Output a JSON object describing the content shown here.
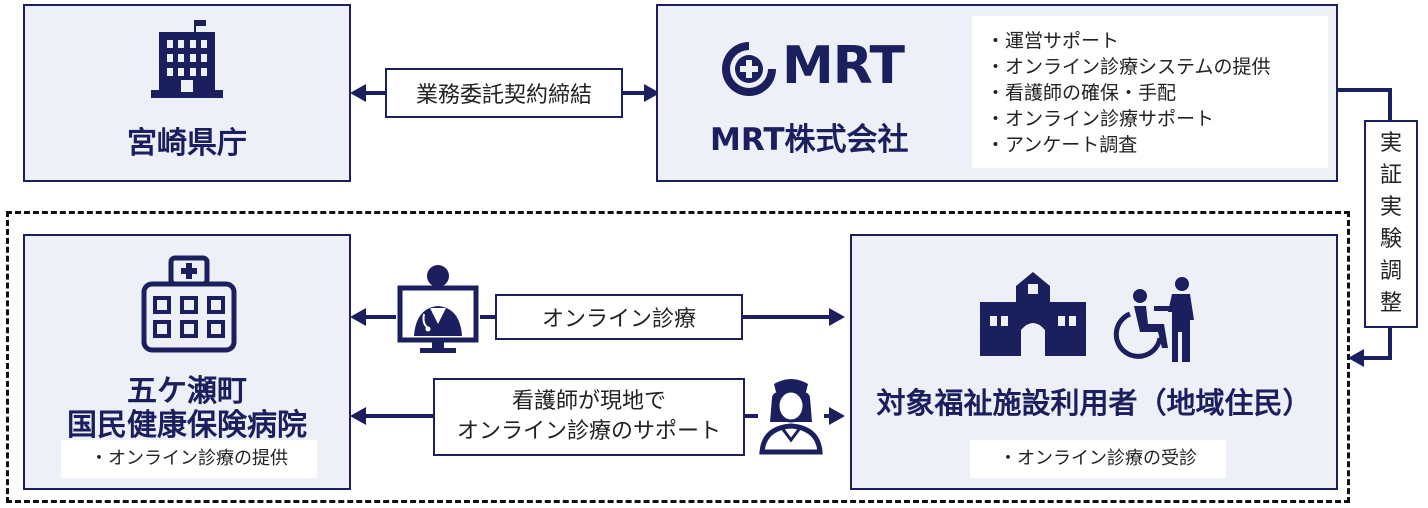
{
  "prefecture": {
    "name": "宮崎県庁"
  },
  "contract": {
    "label": "業務委託契約締結"
  },
  "mrt": {
    "logo_text": "MRT",
    "name": "MRT株式会社",
    "services": [
      "運営サポート",
      "オンライン診療システムの提供",
      "看護師の確保・手配",
      "オンライン診療サポート",
      "アンケート調査"
    ]
  },
  "experiment": {
    "label": "実証実験調整",
    "chars": [
      "実",
      "証",
      "実",
      "験",
      "調",
      "整"
    ]
  },
  "hospital": {
    "name_line1": "五ケ瀬町",
    "name_line2": "国民健康保険病院",
    "role": "・オンライン診療の提供"
  },
  "online": {
    "label": "オンライン診療"
  },
  "nurse_support": {
    "line1": "看護師が現地で",
    "line2": "オンライン診療のサポート"
  },
  "facility": {
    "name": "対象福祉施設利用者（地域住民）",
    "role": "・オンライン診療の受診"
  },
  "colors": {
    "navy": "#1b1f5e",
    "panel": "#eef0f8"
  },
  "icons": [
    "government-building-icon",
    "mrt-logo-icon",
    "hospital-icon",
    "doctor-monitor-icon",
    "nurse-icon",
    "care-facility-icon",
    "wheelchair-caregiver-icon"
  ]
}
